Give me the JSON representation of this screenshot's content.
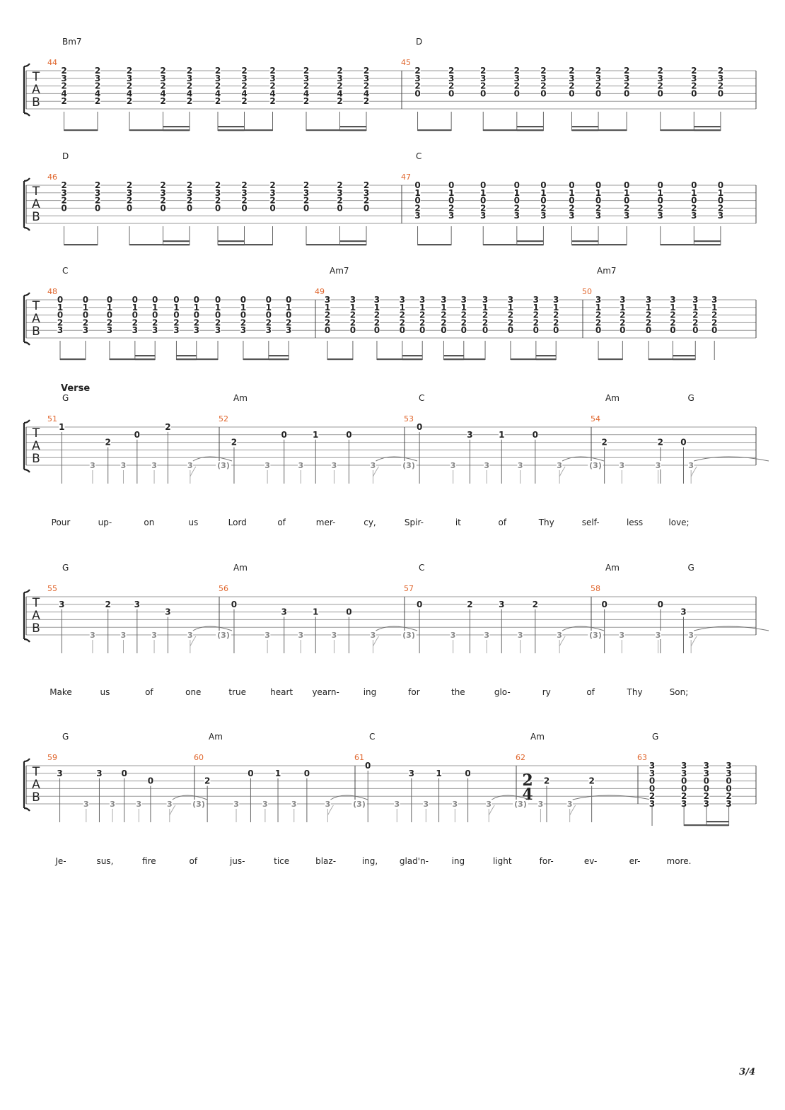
{
  "page_number": "3/4",
  "section_label": "Verse",
  "systems": [
    {
      "kind": "chords",
      "measures": [
        {
          "number": "44",
          "chord": "Bm7",
          "pattern": "standard",
          "voicing": [
            "2",
            "3",
            "2",
            "4",
            "2"
          ]
        },
        {
          "number": "45",
          "chord": "D",
          "pattern": "standard",
          "voicing": [
            "2",
            "3",
            "2",
            "0"
          ]
        }
      ]
    },
    {
      "kind": "chords",
      "measures": [
        {
          "number": "46",
          "chord": "D",
          "pattern": "standard",
          "voicing": [
            "2",
            "3",
            "2",
            "0"
          ]
        },
        {
          "number": "47",
          "chord": "C",
          "pattern": "standard",
          "voicing": [
            "0",
            "1",
            "0",
            "2",
            "3"
          ]
        }
      ]
    },
    {
      "kind": "chords",
      "measures": [
        {
          "number": "48",
          "chord": "C",
          "pattern": "standard",
          "voicing": [
            "0",
            "1",
            "0",
            "2",
            "3"
          ]
        },
        {
          "number": "49",
          "chord": "Am7",
          "pattern": "standard",
          "voicing": [
            "3",
            "1",
            "2",
            "2",
            "0"
          ]
        },
        {
          "number": "50",
          "chord": "Am7",
          "pattern": "short",
          "voicing": [
            "3",
            "1",
            "2",
            "2",
            "0"
          ]
        }
      ]
    },
    {
      "kind": "melody",
      "measures": [
        {
          "number": "51",
          "chords": [
            "G"
          ],
          "melody": [
            [
              "1",
              "0"
            ],
            [
              "2",
              "2"
            ],
            [
              "0",
              "1"
            ],
            [
              "2",
              "0"
            ]
          ]
        },
        {
          "number": "52",
          "chords": [
            "Am"
          ],
          "melody": [
            [
              "2",
              "2"
            ],
            [
              "0",
              "1"
            ],
            [
              "1",
              "1"
            ],
            [
              "0",
              "1"
            ]
          ]
        },
        {
          "number": "53",
          "chords": [
            "C"
          ],
          "melody": [
            [
              "0",
              "0"
            ],
            [
              "3",
              "1"
            ],
            [
              "1",
              "1"
            ],
            [
              "0",
              "1"
            ]
          ]
        },
        {
          "number": "54",
          "chords": [
            "Am",
            "G"
          ],
          "melody": [
            [
              "2",
              "2"
            ],
            [
              "2",
              "2"
            ],
            [
              "0",
              "2"
            ]
          ]
        }
      ],
      "lyrics": [
        "Pour",
        "up-",
        "on",
        "us",
        "Lord",
        "of",
        "mer-",
        "cy,",
        "Spir-",
        "it",
        "of",
        "Thy",
        "self-",
        "less",
        "love;"
      ]
    },
    {
      "kind": "melody",
      "measures": [
        {
          "number": "55",
          "chords": [
            "G"
          ],
          "melody": [
            [
              "3",
              "1"
            ],
            [
              "2",
              "1"
            ],
            [
              "3",
              "1"
            ],
            [
              "3",
              "2"
            ]
          ]
        },
        {
          "number": "56",
          "chords": [
            "Am"
          ],
          "melody": [
            [
              "0",
              "1"
            ],
            [
              "3",
              "2"
            ],
            [
              "1",
              "2"
            ],
            [
              "0",
              "2"
            ]
          ]
        },
        {
          "number": "57",
          "chords": [
            "C"
          ],
          "melody": [
            [
              "0",
              "1"
            ],
            [
              "2",
              "1"
            ],
            [
              "3",
              "1"
            ],
            [
              "2",
              "1"
            ]
          ]
        },
        {
          "number": "58",
          "chords": [
            "Am",
            "G"
          ],
          "melody": [
            [
              "0",
              "1"
            ],
            [
              "0",
              "1"
            ],
            [
              "3",
              "2"
            ]
          ]
        }
      ],
      "lyrics": [
        "Make",
        "us",
        "of",
        "one",
        "true",
        "heart",
        "yearn-",
        "ing",
        "for",
        "the",
        "glo-",
        "ry",
        "of",
        "Thy",
        "Son;"
      ]
    },
    {
      "kind": "melody",
      "measures": [
        {
          "number": "59",
          "chords": [
            "G"
          ],
          "melody": [
            [
              "3",
              "1"
            ],
            [
              "3",
              "1"
            ],
            [
              "0",
              "1"
            ],
            [
              "0",
              "2"
            ]
          ]
        },
        {
          "number": "60",
          "chords": [
            "Am"
          ],
          "melody": [
            [
              "2",
              "2"
            ],
            [
              "0",
              "1"
            ],
            [
              "1",
              "1"
            ],
            [
              "0",
              "1"
            ]
          ]
        },
        {
          "number": "61",
          "chords": [
            "C"
          ],
          "melody": [
            [
              "0",
              "0"
            ],
            [
              "3",
              "1"
            ],
            [
              "1",
              "1"
            ],
            [
              "0",
              "1"
            ]
          ]
        },
        {
          "number": "62",
          "chords": [
            "Am"
          ],
          "time_signature": [
            "2",
            "4"
          ],
          "melody": [
            [
              "2",
              "2"
            ],
            [
              "2",
              "2"
            ]
          ]
        },
        {
          "number": "63",
          "chords": [
            "G"
          ],
          "pattern": "final",
          "voicing": [
            "3",
            "3",
            "0",
            "0",
            "2",
            "3"
          ]
        }
      ],
      "lyrics": [
        "Je-",
        "sus,",
        "fire",
        "of",
        "jus-",
        "tice",
        "blaz-",
        "ing,",
        "glad'n-",
        "ing",
        "light",
        "for-",
        "ev-",
        "er-",
        "more."
      ]
    }
  ],
  "bass_note": "3",
  "tied_bass_note": "(3)"
}
